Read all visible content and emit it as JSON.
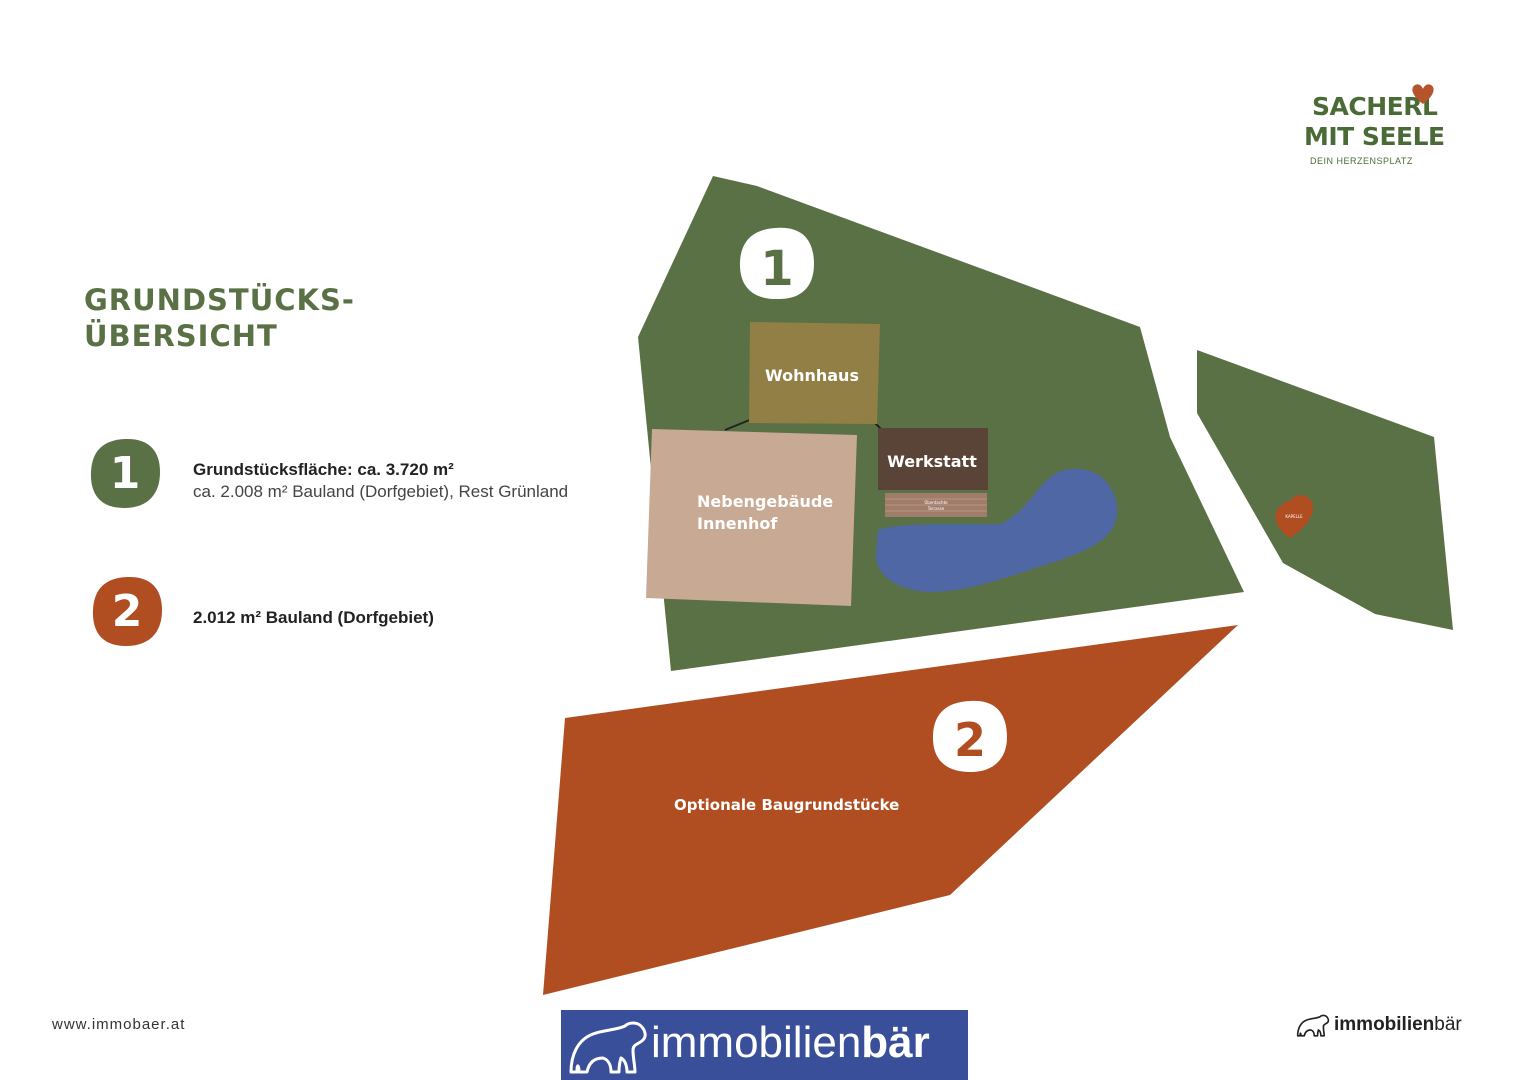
{
  "heading": {
    "line1": "GRUNDSTÜCKS-",
    "line2": "ÜBERSICHT"
  },
  "logo": {
    "line1": "SACHERL",
    "line2": "MIT SEELE",
    "tagline": "DEIN HERZENSPLATZ",
    "heart_color": "#b5532a"
  },
  "legend": [
    {
      "number": "1",
      "color": "#5a7045",
      "bold": "Grundstücksfläche: ca. 3.720 m²",
      "regular": "ca. 2.008 m² Bauland (Dorfgebiet), Rest Grünland"
    },
    {
      "number": "2",
      "color": "#b04e22",
      "bold": "2.012 m² Bauland (Dorfgebiet)",
      "regular": ""
    }
  ],
  "map": {
    "parcel1_number": "1",
    "parcel2_number": "2",
    "wohnhaus": "Wohnhaus",
    "werkstatt": "Werkstatt",
    "nebengebaeude_line1": "Nebengebäude",
    "nebengebaeude_line2": "Innenhof",
    "terrace_line1": "Überdachte",
    "terrace_line2": "Terrasse",
    "kapelle": "KAPELLE",
    "optional": "Optionale Baugrundstücke",
    "colors": {
      "green": "#5a7045",
      "orange": "#b04e22",
      "wohnhaus": "#927f45",
      "werkstatt": "#5a4438",
      "nebengebaeude": "#c8a993",
      "pond": "#4f67a5",
      "terrace": "#a07d6b"
    }
  },
  "footer": {
    "url": "www.immobaer.at",
    "brand_regular": "immobilien",
    "brand_bold": "bär",
    "banner_bg": "#3a4f9a"
  }
}
